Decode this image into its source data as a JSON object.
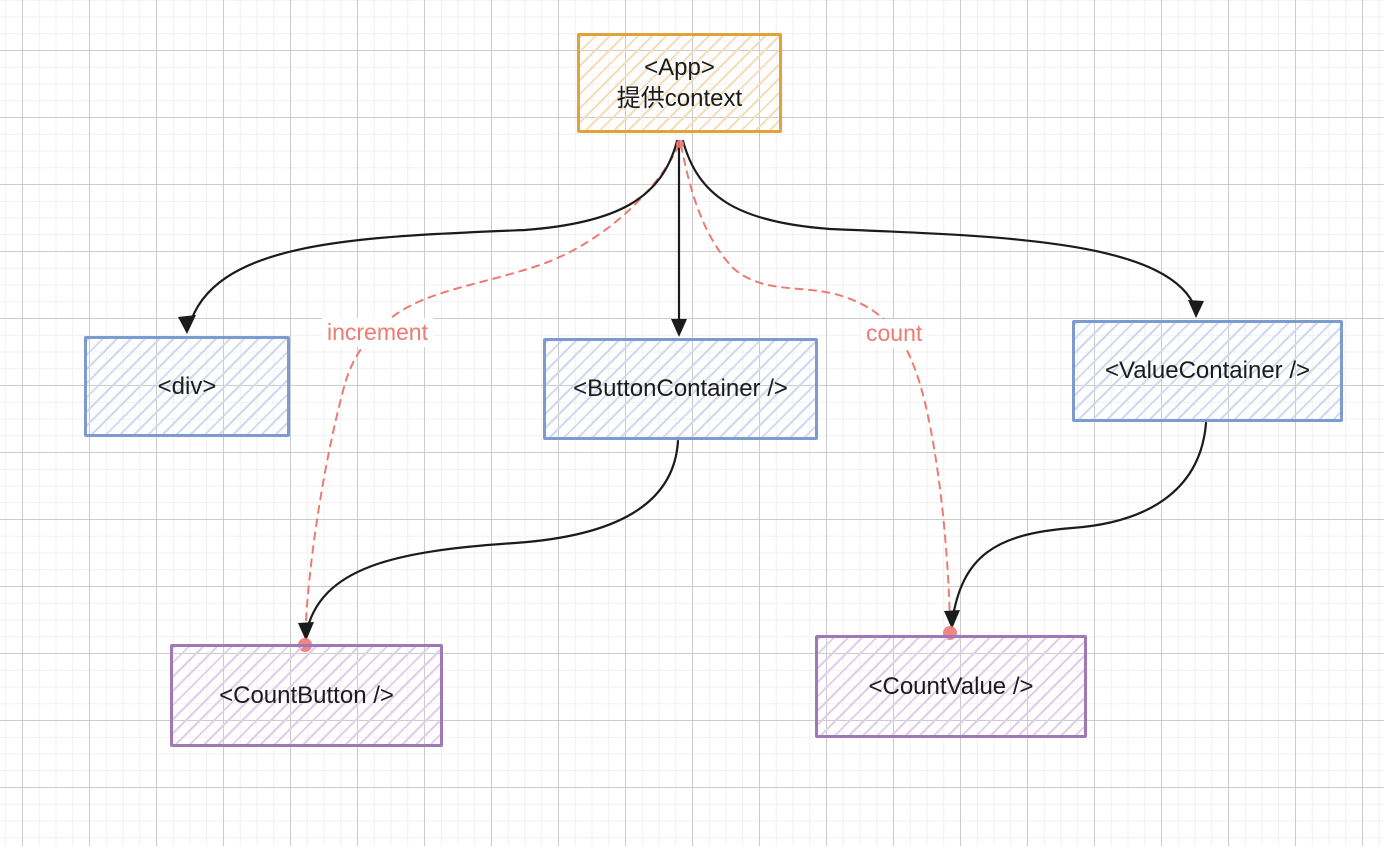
{
  "diagram": {
    "nodes": {
      "app": {
        "title": "<App>",
        "subtitle": "提供context"
      },
      "div_node": {
        "title": "<div>"
      },
      "button_container": {
        "title": "<ButtonContainer />"
      },
      "value_container": {
        "title": "<ValueContainer />"
      },
      "count_button": {
        "title": "<CountButton />"
      },
      "count_value": {
        "title": "<CountValue />"
      }
    },
    "edge_labels": {
      "increment": "increment",
      "count": "count"
    },
    "edges": [
      {
        "from": "app",
        "to": "div_node",
        "style": "solid",
        "color": "black"
      },
      {
        "from": "app",
        "to": "button_container",
        "style": "solid",
        "color": "black"
      },
      {
        "from": "app",
        "to": "value_container",
        "style": "solid",
        "color": "black"
      },
      {
        "from": "button_container",
        "to": "count_button",
        "style": "solid",
        "color": "black"
      },
      {
        "from": "value_container",
        "to": "count_value",
        "style": "solid",
        "color": "black"
      },
      {
        "from": "app",
        "to": "count_button",
        "style": "dashed",
        "color": "red",
        "label": "increment"
      },
      {
        "from": "app",
        "to": "count_value",
        "style": "dashed",
        "color": "red",
        "label": "count"
      }
    ],
    "colors": {
      "canvas_bg": "#ffffff",
      "grid_minor": "#f0f0f0",
      "grid_major": "#cccccc",
      "text": "#1b1b1b",
      "arrow_black": "#1b1b1b",
      "context_red": "#ef7a72",
      "app_stroke": "#e2a23b",
      "app_hatch": "#f6ddba",
      "blue_stroke": "#7e9bd0",
      "blue_hatch": "#ccdaf2",
      "purple_stroke": "#a078b8",
      "purple_hatch": "#e0cdec"
    }
  }
}
